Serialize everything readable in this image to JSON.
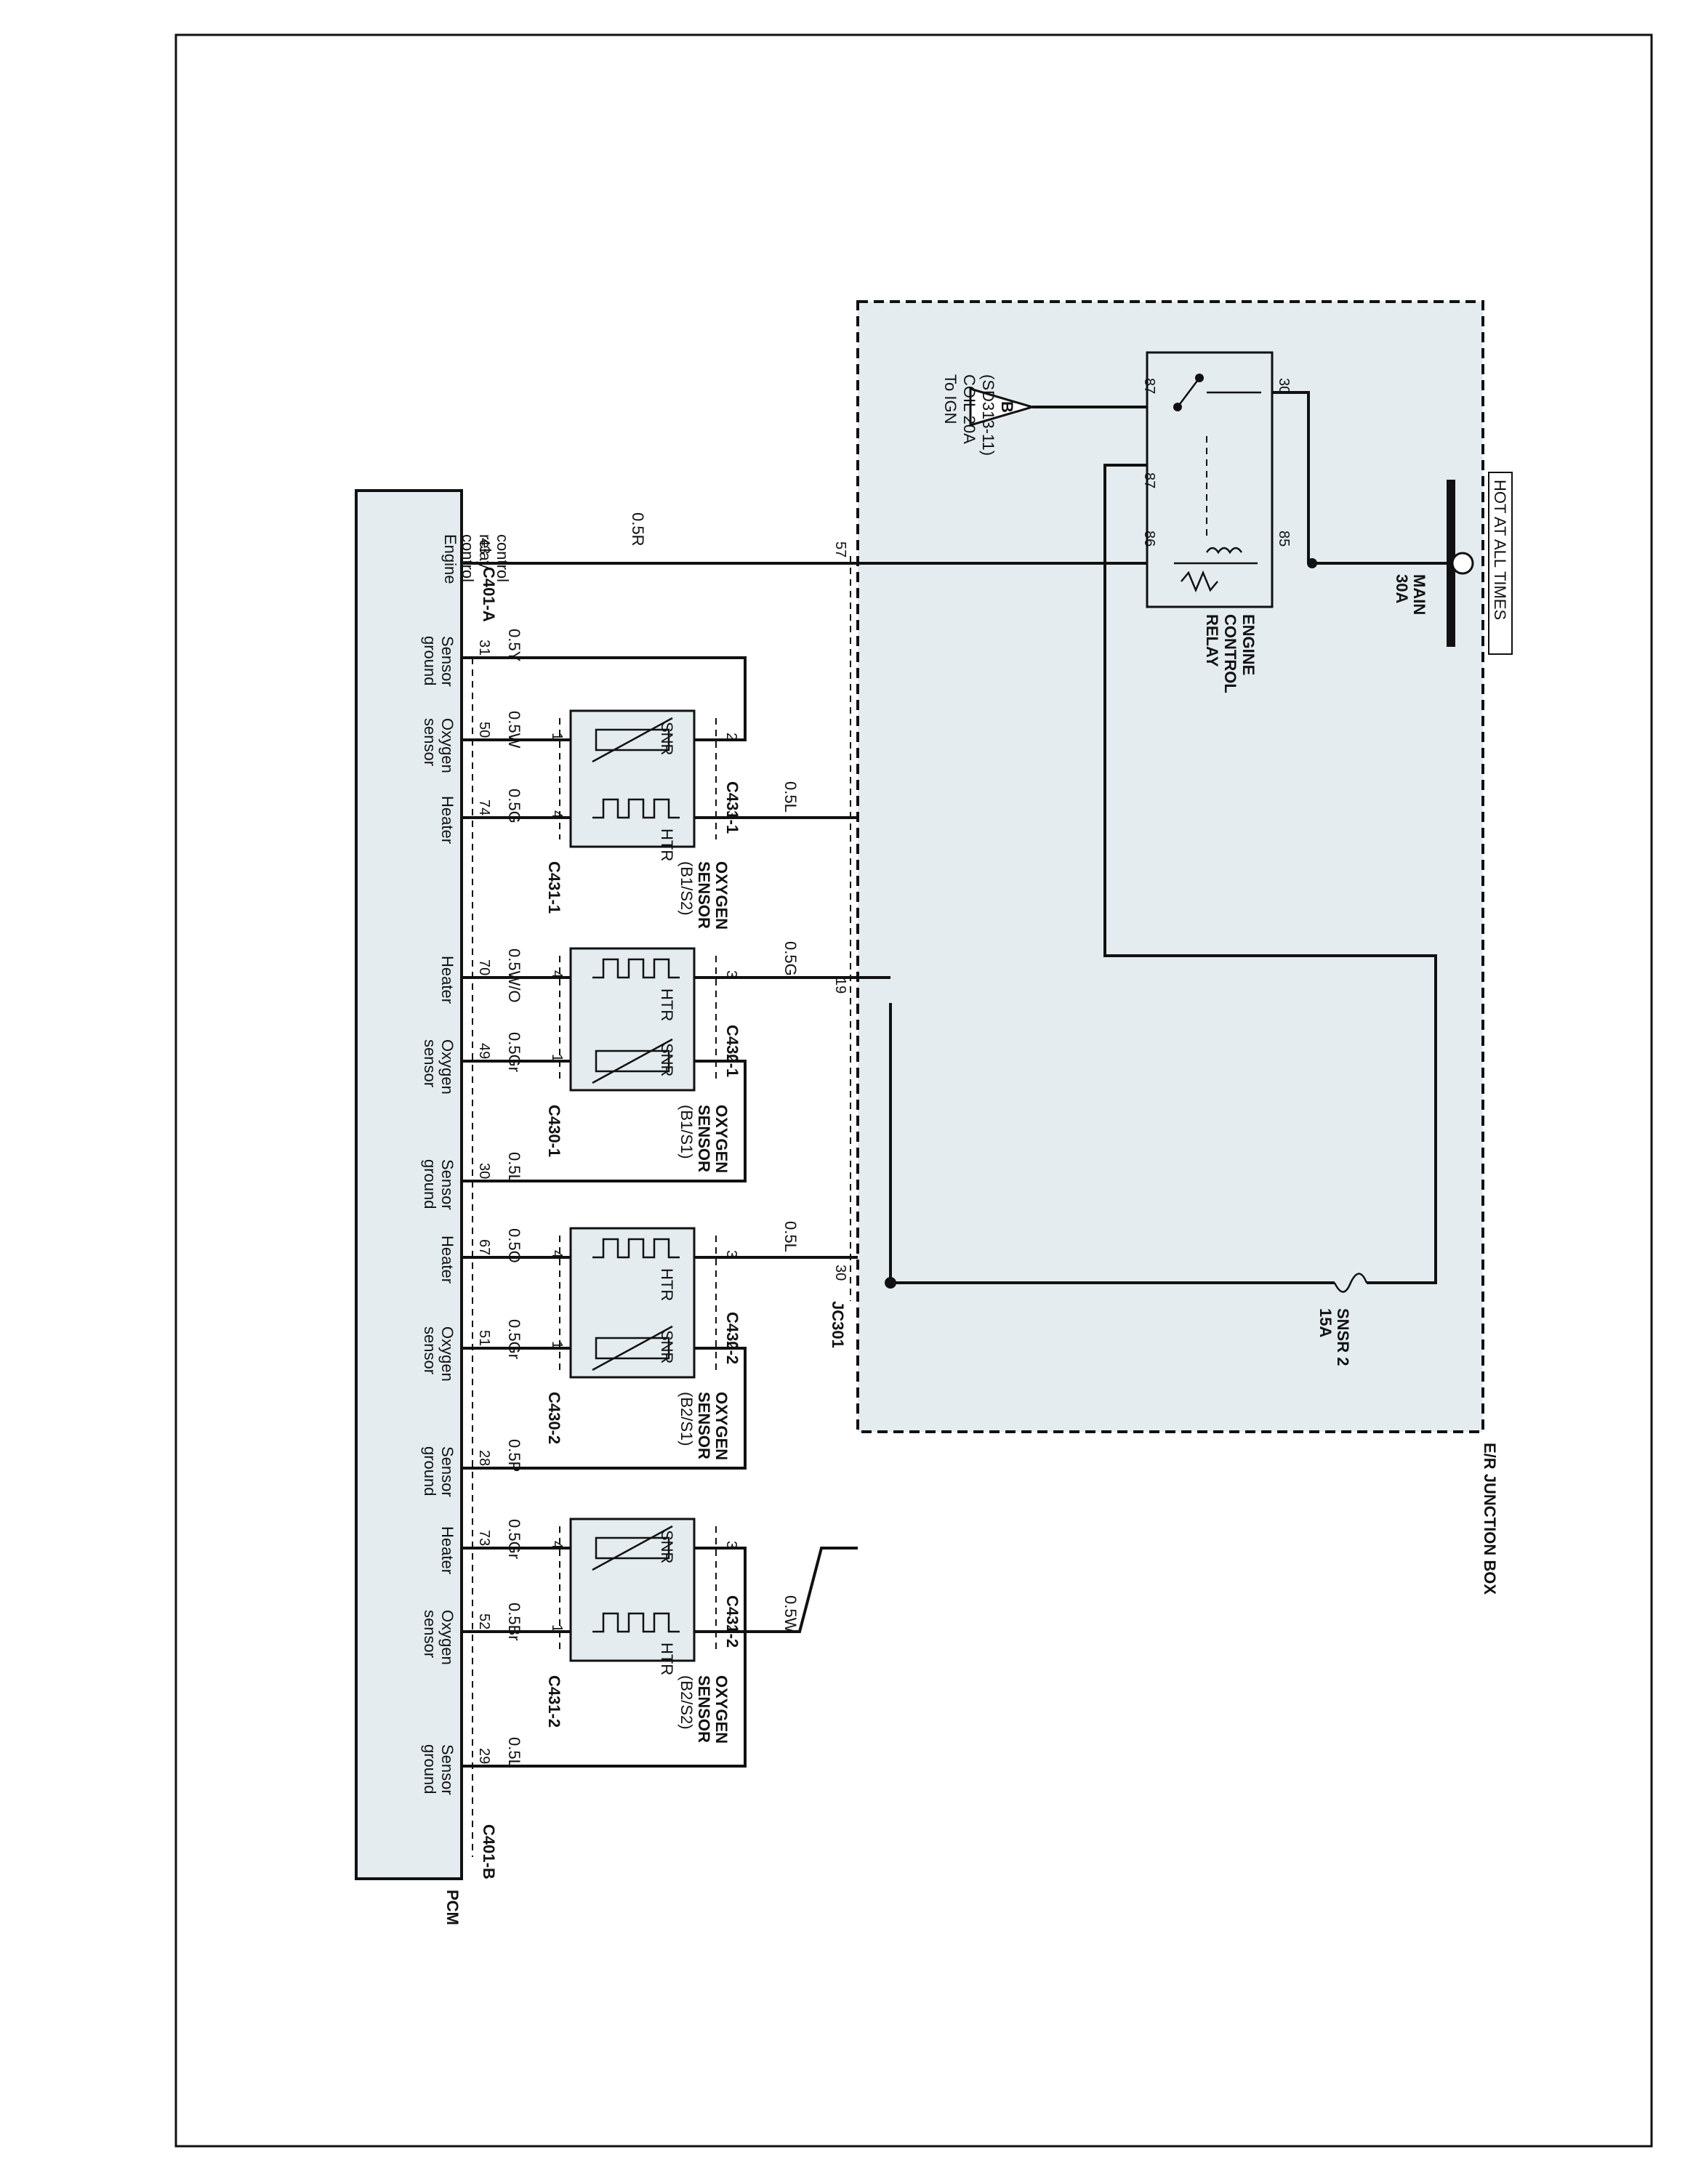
{
  "hot_label": "HOT AT ALL TIMES",
  "main_fuse": {
    "name": "MAIN",
    "rating": "30A"
  },
  "junction_box": "E/R JUNCTION BOX",
  "relay": {
    "name": "ENGINE CONTROL RELAY",
    "pins": [
      "30",
      "87",
      "87",
      "86",
      "85"
    ]
  },
  "ign_ref": {
    "letter": "B",
    "line1": "To IGN",
    "line2": "COIL 20A",
    "line3": "(SD313-11)"
  },
  "snsr_fuse": {
    "name": "SNSR 2",
    "rating": "15A"
  },
  "jb_pins": [
    "57",
    "19",
    "30"
  ],
  "jc": "JC301",
  "pcm": {
    "name": "PCM",
    "conn_a": "C401-A",
    "conn_b": "C401-B",
    "relay_pin": "43",
    "relay_func": [
      "Engine",
      "control",
      "relay",
      "control"
    ]
  },
  "wires": {
    "relay_ctrl": "0.5R",
    "feed_1": "0.5L",
    "feed_2": "0.5G",
    "feed_3": "0.5L",
    "feed_4": "0.5W"
  },
  "sensors": [
    {
      "title": "OXYGEN",
      "title2": "SENSOR",
      "pos": "(B1/S2)",
      "conn": "C431-1",
      "pcm_conn": "C431-1",
      "pins": {
        "top_left": "2",
        "top_right": "3",
        "bot_left": "1",
        "bot_right": "4"
      },
      "labels": {
        "upper": "SNR",
        "lower": "HTR"
      },
      "pcm": [
        {
          "pin": "31",
          "wire": "0.5Y",
          "func1": "Sensor",
          "func2": "ground"
        },
        {
          "pin": "50",
          "wire": "0.5W",
          "func1": "Oxygen",
          "func2": "sensor"
        },
        {
          "pin": "74",
          "wire": "0.5G",
          "func1": "Heater",
          "func2": ""
        }
      ]
    },
    {
      "title": "OXYGEN",
      "title2": "SENSOR",
      "pos": "(B1/S1)",
      "conn": "C430-1",
      "pcm_conn": "C430-1",
      "pins": {
        "top_left": "3",
        "top_right": "2",
        "bot_left": "4",
        "bot_right": "1"
      },
      "labels": {
        "upper": "HTR",
        "lower": "SNR"
      },
      "pcm": [
        {
          "pin": "70",
          "wire": "0.5W/O",
          "func1": "Heater",
          "func2": ""
        },
        {
          "pin": "49",
          "wire": "0.5Gr",
          "func1": "Oxygen",
          "func2": "sensor"
        },
        {
          "pin": "30",
          "wire": "0.5L",
          "func1": "Sensor",
          "func2": "ground"
        }
      ]
    },
    {
      "title": "OXYGEN",
      "title2": "SENSOR",
      "pos": "(B2/S1)",
      "conn": "C430-2",
      "pcm_conn": "C430-2",
      "pins": {
        "top_left": "3",
        "top_right": "2",
        "bot_left": "4",
        "bot_right": "1"
      },
      "labels": {
        "upper": "HTR",
        "lower": "SNR"
      },
      "pcm": [
        {
          "pin": "67",
          "wire": "0.5O",
          "func1": "Heater",
          "func2": ""
        },
        {
          "pin": "51",
          "wire": "0.5Gr",
          "func1": "Oxygen",
          "func2": "sensor"
        },
        {
          "pin": "28",
          "wire": "0.5P",
          "func1": "Sensor",
          "func2": "ground"
        }
      ]
    },
    {
      "title": "OXYGEN",
      "title2": "SENSOR",
      "pos": "(B2/S2)",
      "conn": "C431-2",
      "pcm_conn": "C431-2",
      "pins": {
        "top_left": "3",
        "top_right": "2",
        "bot_left": "4",
        "bot_right": "1"
      },
      "labels": {
        "upper": "SNR",
        "lower": "HTR"
      },
      "pcm": [
        {
          "pin": "73",
          "wire": "0.5Gr",
          "func1": "Heater",
          "func2": ""
        },
        {
          "pin": "52",
          "wire": "0.5Br",
          "func1": "Oxygen",
          "func2": "sensor"
        },
        {
          "pin": "29",
          "wire": "0.5L",
          "func1": "Sensor",
          "func2": "ground"
        }
      ]
    }
  ]
}
